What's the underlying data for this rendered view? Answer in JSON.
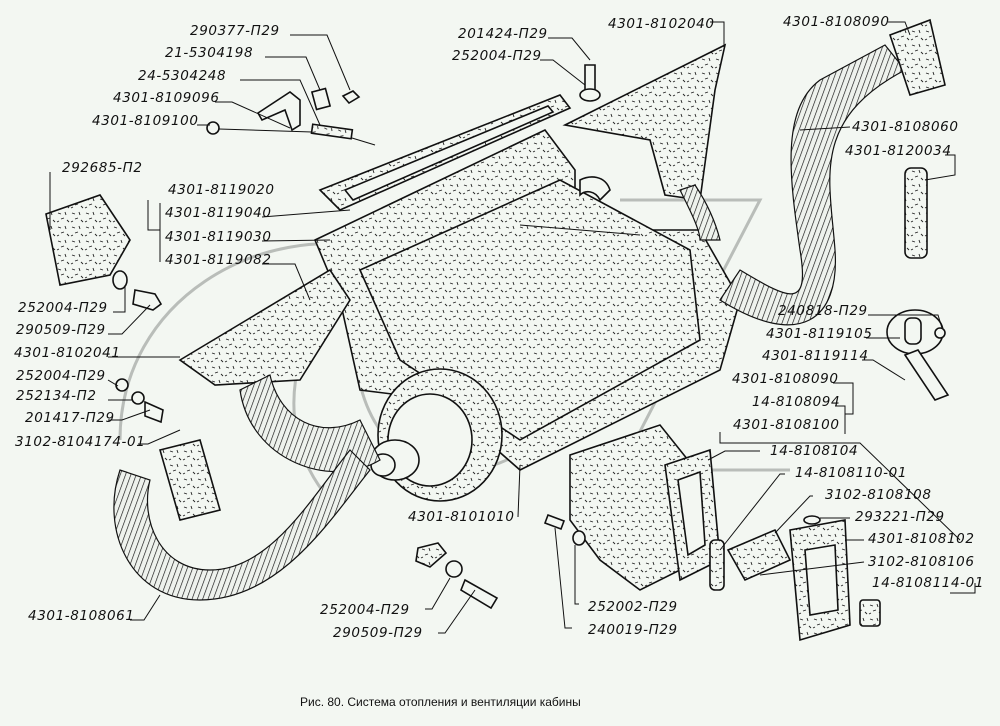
{
  "figure": {
    "caption": "Рис. 80. Система отопления и вентиляции кабины",
    "subject": "Cab heating and ventilation system",
    "watermark": "GAZ"
  },
  "labels": [
    {
      "id": "l01",
      "text": "290377-П29"
    },
    {
      "id": "l02",
      "text": "21-5304198"
    },
    {
      "id": "l03",
      "text": "24-5304248"
    },
    {
      "id": "l04",
      "text": "4301-8109096"
    },
    {
      "id": "l05",
      "text": "4301-8109100"
    },
    {
      "id": "l06",
      "text": "292685-П2"
    },
    {
      "id": "l07",
      "text": "4301-8119020"
    },
    {
      "id": "l08",
      "text": "4301-8119040"
    },
    {
      "id": "l09",
      "text": "4301-8119030"
    },
    {
      "id": "l10",
      "text": "4301-8119082"
    },
    {
      "id": "l11",
      "text": "252004-П29"
    },
    {
      "id": "l12",
      "text": "290509-П29"
    },
    {
      "id": "l13",
      "text": "4301-8102041"
    },
    {
      "id": "l14",
      "text": "252004-П29"
    },
    {
      "id": "l15",
      "text": "252134-П2"
    },
    {
      "id": "l16",
      "text": "201417-П29"
    },
    {
      "id": "l17",
      "text": "3102-8104174-01"
    },
    {
      "id": "l18",
      "text": "4301-8108061"
    },
    {
      "id": "l19",
      "text": "201424-П29"
    },
    {
      "id": "l20",
      "text": "252004-П29"
    },
    {
      "id": "l21",
      "text": "4301-8102040"
    },
    {
      "id": "l22",
      "text": "4301-8108090"
    },
    {
      "id": "l23",
      "text": "4301-8108060"
    },
    {
      "id": "l24",
      "text": "4301-8120034"
    },
    {
      "id": "l25",
      "text": "240818-П29"
    },
    {
      "id": "l26",
      "text": "4301-8119105"
    },
    {
      "id": "l27",
      "text": "4301-8119114"
    },
    {
      "id": "l28",
      "text": "4301-8108090"
    },
    {
      "id": "l29",
      "text": "14-8108094"
    },
    {
      "id": "l30",
      "text": "4301-8108100"
    },
    {
      "id": "l31",
      "text": "14-8108104"
    },
    {
      "id": "l32",
      "text": "14-8108110-01"
    },
    {
      "id": "l33",
      "text": "3102-8108108"
    },
    {
      "id": "l34",
      "text": "293221-П29"
    },
    {
      "id": "l35",
      "text": "4301-8108102"
    },
    {
      "id": "l36",
      "text": "3102-8108106"
    },
    {
      "id": "l37",
      "text": "14-8108114-01"
    },
    {
      "id": "l38",
      "text": "4301-8101010"
    },
    {
      "id": "l39",
      "text": "252004-П29"
    },
    {
      "id": "l40",
      "text": "290509-П29"
    },
    {
      "id": "l41",
      "text": "252002-П29"
    },
    {
      "id": "l42",
      "text": "240019-П29"
    }
  ]
}
